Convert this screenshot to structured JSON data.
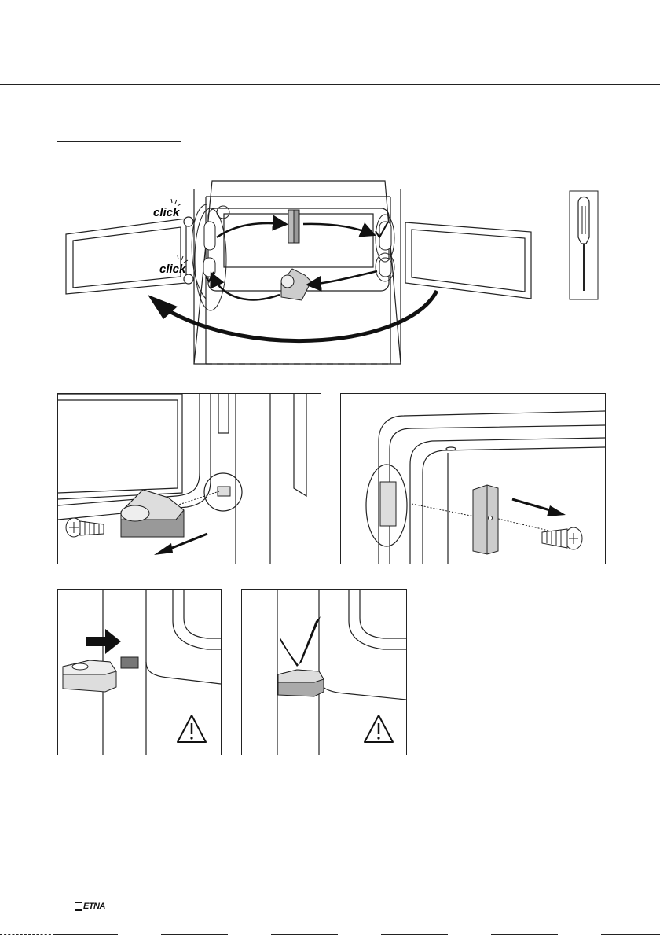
{
  "main_diagram": {
    "click_top": "click",
    "click_bottom": "click"
  },
  "footer": {
    "logo_text": "ETNA"
  },
  "icons": [
    "screwdriver-icon",
    "warning-icon",
    "check-icon",
    "screw-icon",
    "hinge-icon",
    "hinge-socket-icon",
    "door-catch-icon"
  ]
}
